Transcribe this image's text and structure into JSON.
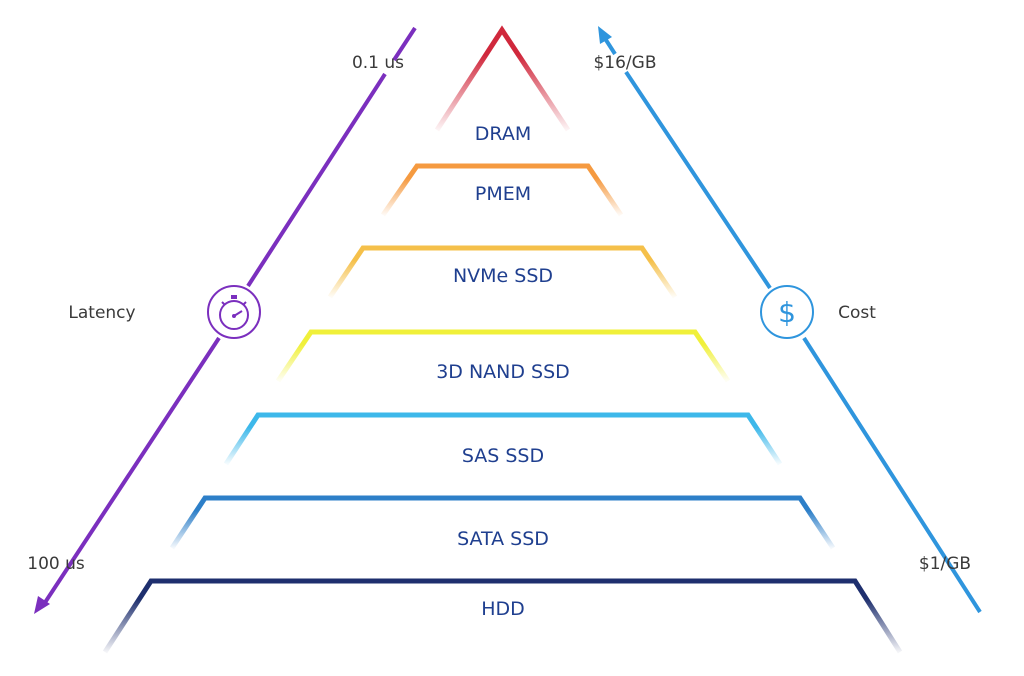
{
  "layers": [
    {
      "label": "DRAM",
      "color": "#d0283c"
    },
    {
      "label": "PMEM",
      "color": "#f59a40"
    },
    {
      "label": "NVMe SSD",
      "color": "#f5c04a"
    },
    {
      "label": "3D NAND SSD",
      "color": "#f0f03a"
    },
    {
      "label": "SAS SSD",
      "color": "#3db8ea"
    },
    {
      "label": "SATA SSD",
      "color": "#2d7fc8"
    },
    {
      "label": "HDD",
      "color": "#1e2f6e"
    }
  ],
  "latency": {
    "label": "Latency",
    "top": "0.1 us",
    "bottom": "100 us",
    "color": "#7b2fbe",
    "icon": "stopwatch-icon"
  },
  "cost": {
    "label": "Cost",
    "top": "$16/GB",
    "bottom": "$1/GB",
    "color": "#2f95dd",
    "icon": "dollar-icon"
  }
}
